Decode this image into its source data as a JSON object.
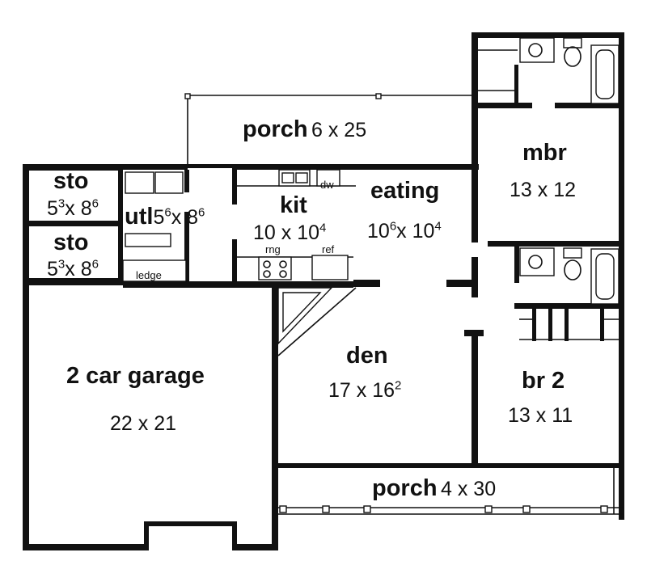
{
  "rooms": {
    "porch_rear": {
      "name": "porch",
      "dims": "6 x 25"
    },
    "mbr": {
      "name": "mbr",
      "dims": "13 x 12"
    },
    "sto_upper": {
      "name": "sto",
      "d1": "5",
      "d1s": "3",
      "x": "x 8",
      "d2s": "6"
    },
    "sto_lower": {
      "name": "sto",
      "d1": "5",
      "d1s": "3",
      "x": "x 8",
      "d2s": "6"
    },
    "utl": {
      "name": "utl",
      "d1": "5",
      "d1s": "6",
      "x": "x 8",
      "d2s": "6"
    },
    "ledge": {
      "name": "ledge"
    },
    "kit": {
      "name": "kit",
      "d1": "10 x 10",
      "d1s": "4"
    },
    "eating": {
      "name": "eating",
      "d1": "10",
      "d1s": "6",
      "x": "x 10",
      "d2s": "4"
    },
    "garage": {
      "name": "2 car garage",
      "dims": "22 x 21"
    },
    "den": {
      "name": "den",
      "d1": "17 x 16",
      "d1s": "2"
    },
    "br2": {
      "name": "br 2",
      "dims": "13 x 11"
    },
    "porch_front": {
      "name": "porch",
      "dims": "4 x 30"
    }
  },
  "fixtures": {
    "dw": "dw",
    "rng": "rng",
    "ref": "ref"
  },
  "colors": {
    "ink": "#111111",
    "paper": "#ffffff"
  }
}
